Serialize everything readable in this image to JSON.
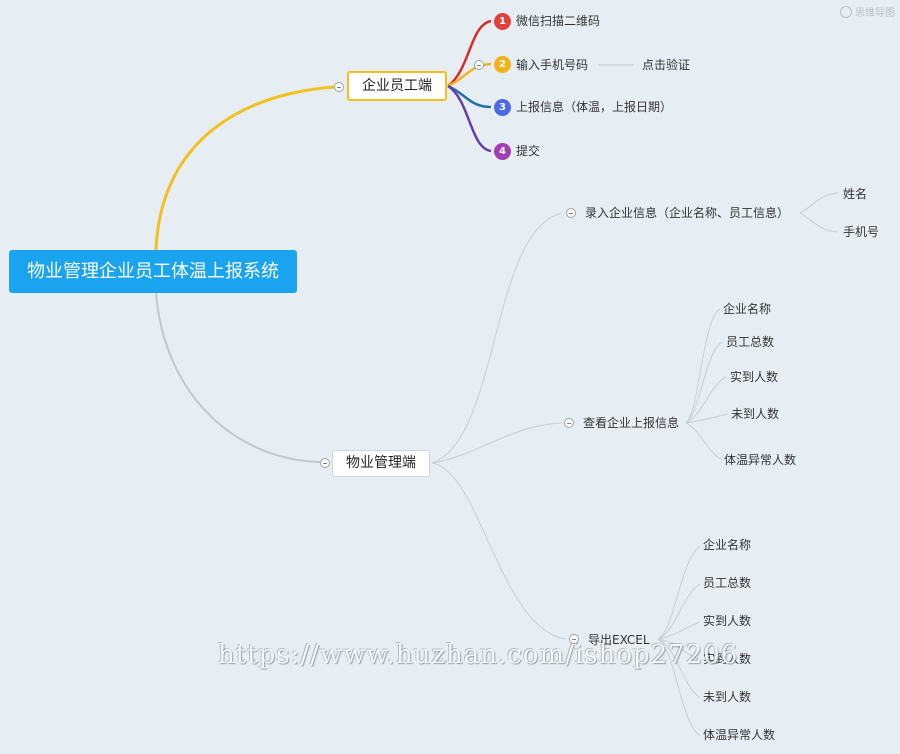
{
  "brand": {
    "text": "思维导图"
  },
  "root": {
    "label": "物业管理企业员工体温上报系统"
  },
  "employee": {
    "label": "企业员工端",
    "steps": [
      {
        "badge": "1",
        "label": "微信扫描二维码",
        "color": "#e0413b"
      },
      {
        "badge": "2",
        "label": "输入手机号码",
        "color": "#f2b21c"
      },
      {
        "badge": "3",
        "label": "上报信息（体温，上报日期）",
        "color": "#4d68e6"
      },
      {
        "badge": "4",
        "label": "提交",
        "color": "#a33db5"
      }
    ],
    "step2_child": "点击验证"
  },
  "property": {
    "label": "物业管理端",
    "enter": {
      "label": "录入企业信息（企业名称、员工信息）",
      "children": [
        "姓名",
        "手机号"
      ]
    },
    "view": {
      "label": "查看企业上报信息",
      "children": [
        "企业名称",
        "员工总数",
        "实到人数",
        "未到人数",
        "体温异常人数"
      ]
    },
    "export": {
      "label": "导出EXCEL",
      "children": [
        "企业名称",
        "员工总数",
        "实到人数",
        "实到人数",
        "未到人数",
        "体温异常人数"
      ]
    }
  },
  "colors": {
    "yellow": "#f3c01f",
    "gray_line": "#c2c9ce",
    "root_bg": "#1aa4f0"
  },
  "watermark": "https://www.huzhan.com/ishop27206"
}
